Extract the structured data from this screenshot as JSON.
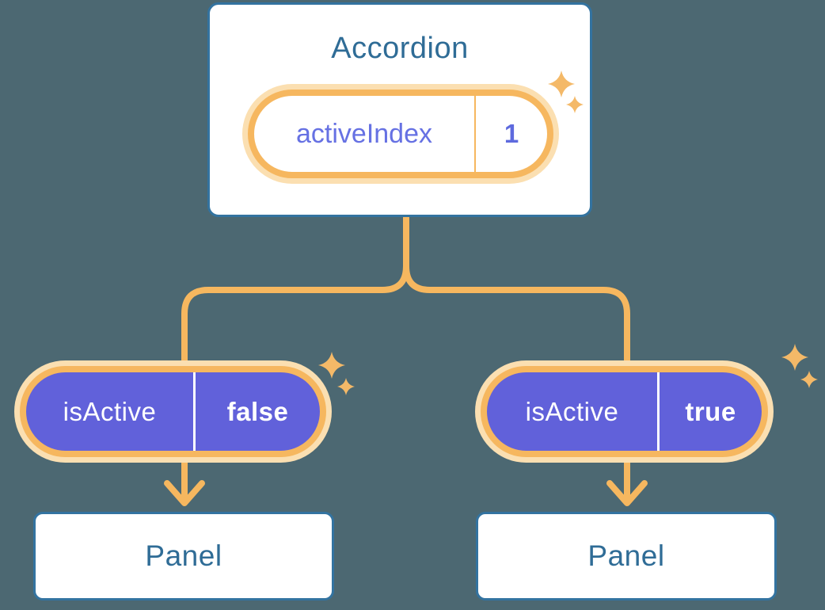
{
  "diagram": {
    "root": {
      "title": "Accordion",
      "state": {
        "name": "activeIndex",
        "value": "1"
      }
    },
    "children": [
      {
        "prop": {
          "name": "isActive",
          "value": "false"
        },
        "panel_label": "Panel"
      },
      {
        "prop": {
          "name": "isActive",
          "value": "true"
        },
        "panel_label": "Panel"
      }
    ]
  },
  "colors": {
    "background": "#4C6872",
    "card_background": "#FFFFFF",
    "card_border_blue": "#3373A0",
    "heading_text_blue": "#2F6C96",
    "accent_orange": "#F6B75F",
    "glow_orange": "#FBDFB1",
    "sparkle_orange": "#F4B968",
    "prop_pill_purple": "#6161DA",
    "state_text_purple": "#6671E3",
    "white_text": "#FFFFFF"
  }
}
